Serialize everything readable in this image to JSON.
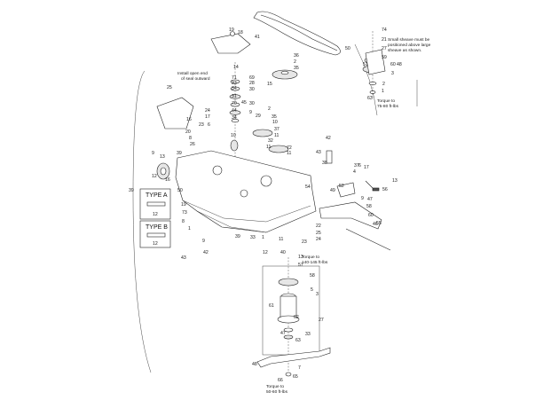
{
  "notes": {
    "seal": [
      "Install open end",
      "of seal outward"
    ],
    "sheave": [
      "Small sheave must be",
      "positioned above large",
      "sheave as shown."
    ],
    "torque_top": [
      "Torque to",
      "75-80 ft-lbs"
    ],
    "torque_mid": [
      "Torque to",
      "140-145 ft-lbs"
    ],
    "torque_bottom": [
      "Torque to",
      "50-60 ft-lbs"
    ]
  },
  "type_boxes": [
    {
      "title": "TYPE A",
      "label": "12"
    },
    {
      "title": "TYPE B",
      "label": "12"
    }
  ],
  "callouts": [
    "19",
    "18",
    "41",
    "36",
    "2",
    "35",
    "14",
    "71",
    "33",
    "69",
    "28",
    "34",
    "30",
    "31",
    "70",
    "45",
    "30",
    "44",
    "34",
    "9",
    "29",
    "15",
    "25",
    "24",
    "17",
    "16",
    "23",
    "6",
    "20",
    "8",
    "26",
    "10",
    "2",
    "35",
    "10",
    "37",
    "11",
    "32",
    "11",
    "72",
    "11",
    "9",
    "13",
    "12",
    "16",
    "39",
    "42",
    "43",
    "38",
    "37",
    "4",
    "6",
    "17",
    "54",
    "49",
    "52",
    "56",
    "9",
    "60",
    "55",
    "50",
    "19",
    "73",
    "8",
    "1",
    "9",
    "42",
    "43",
    "39",
    "33",
    "1",
    "11",
    "12",
    "22",
    "25",
    "24",
    "23",
    "13",
    "57",
    "58",
    "5",
    "3",
    "61",
    "62",
    "27",
    "47",
    "33",
    "63",
    "50",
    "48",
    "7",
    "66",
    "65",
    "74",
    "21",
    "27",
    "59",
    "51",
    "60",
    "3",
    "2",
    "1",
    "63",
    "48",
    "13",
    "47",
    "58",
    "46",
    "39",
    "40",
    "7",
    "11",
    "64",
    "68",
    "50"
  ]
}
